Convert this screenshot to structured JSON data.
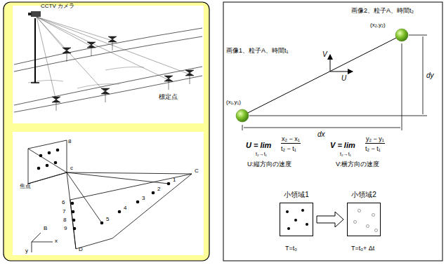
{
  "diagram": {
    "nodes": [
      {
        "text": [
          "小領域1"
        ]
      },
      {
        "text": [
          "小領域2"
        ]
      }
    ],
    "edges": [
      {
        "from": 0,
        "to": 1,
        "arrow": "to"
      }
    ],
    "labels": [
      "CCTV カメラ",
      "標定点",
      "焦点",
      "c",
      "8",
      "C",
      "1",
      "2",
      "3",
      "4",
      "5",
      "6",
      "7",
      "8",
      "9",
      "D",
      "B",
      "x",
      "y",
      "画像2、粒子A、時間t₂",
      "画像1、粒子A、時間t₁",
      "(x₂,y₂)",
      "(x₁,y₁)",
      "V",
      "U",
      "dy",
      "dx",
      "U = lim",
      "t₂→t₁",
      "x₂ − x₁",
      "t₂ − t₁",
      "V = lim",
      "t₂→t₁",
      "y₂ − y₁",
      "t₂ − t₁",
      "U:縦方向の速度",
      "V:横方向の速度",
      "T=t₀",
      "T=t₀+ Δt"
    ]
  }
}
